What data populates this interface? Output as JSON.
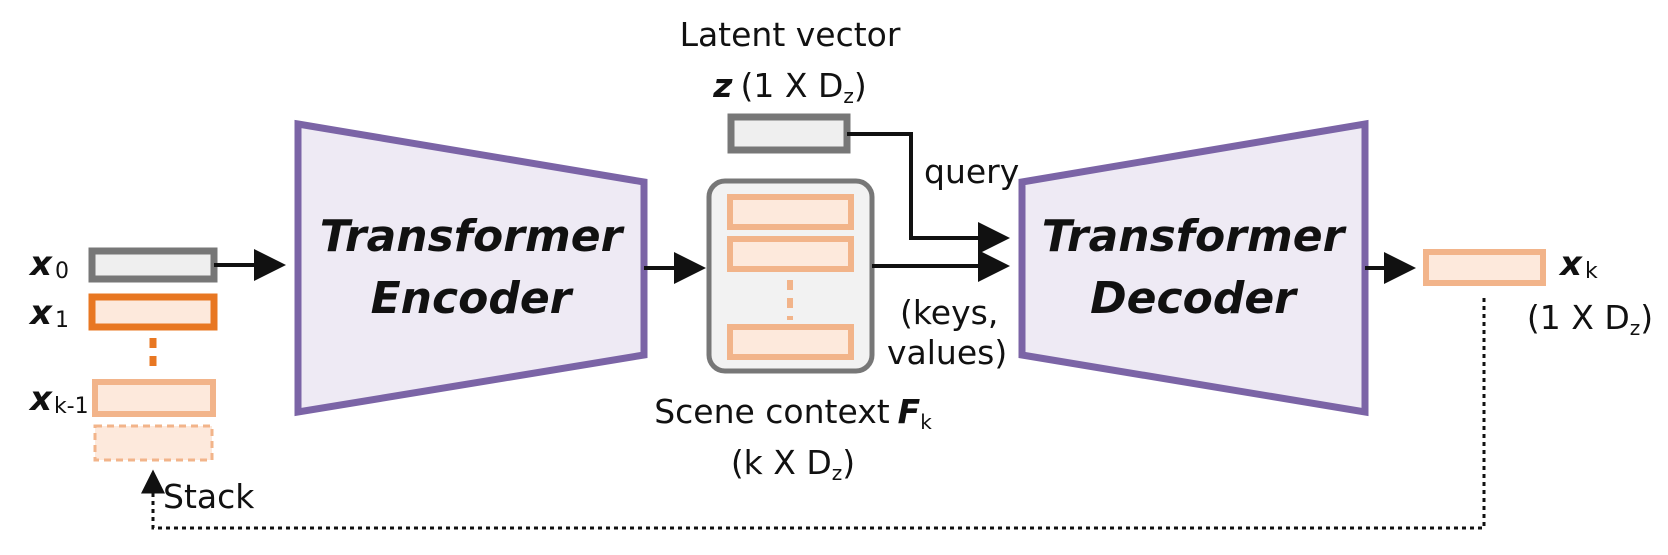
{
  "colors": {
    "trapezoid_fill": "#eeeaf4",
    "trapezoid_stroke": "#7b64a6",
    "gray_box_fill": "#efefef",
    "gray_box_stroke": "#777777",
    "orange_strong": "#e87722",
    "orange_light_fill": "#fde9dc",
    "orange_light_stroke": "#f2b48a",
    "context_fill": "#f2f2f2",
    "context_stroke": "#777777",
    "arrow": "#111111"
  },
  "encoder": {
    "line1": "Transformer",
    "line2": "Encoder"
  },
  "decoder": {
    "line1": "Transformer",
    "line2": "Decoder"
  },
  "latent": {
    "title": "Latent vector",
    "symbol": "z",
    "dims_open": "(1 X D",
    "dims_sub": "z",
    "dims_close": ")"
  },
  "query_label": "query",
  "keys_values": {
    "line1": "(keys,",
    "line2": "values)"
  },
  "scene_context": {
    "title": "Scene context",
    "symbol": "F",
    "symbol_sub": "k",
    "dims_open": "(k X D",
    "dims_sub": "z",
    "dims_close": ")"
  },
  "inputs": {
    "x0": {
      "symbol": "x",
      "sub": "0"
    },
    "x1": {
      "symbol": "x",
      "sub": "1"
    },
    "xk1": {
      "symbol": "x",
      "sub": "k-1"
    }
  },
  "stack_label": "Stack",
  "output": {
    "symbol": "x",
    "sub": "k",
    "dims_open": "(1 X D",
    "dims_sub": "z",
    "dims_close": ")"
  }
}
